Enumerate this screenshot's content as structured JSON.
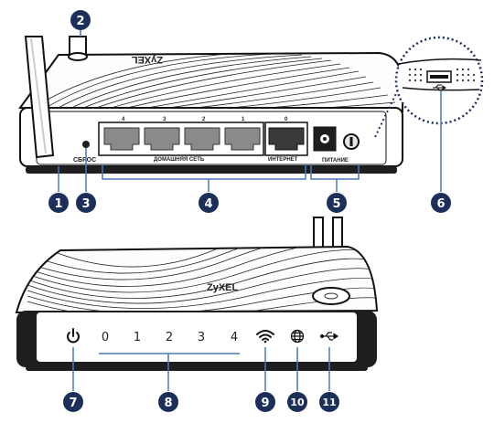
{
  "rear": {
    "brand": "ZyXEL",
    "reset_label": "СБРОС",
    "lan_port_numbers": [
      "4",
      "3",
      "2",
      "1"
    ],
    "lan_label": "ДОМАШНЯЯ СЕТЬ",
    "wan_port_number": "0",
    "wan_label": "ИНТЕРНЕТ",
    "power_label": "ПИТАНИЕ"
  },
  "front": {
    "brand": "ZyXEL",
    "lan_led_numbers": [
      "0",
      "1",
      "2",
      "3",
      "4"
    ]
  },
  "callouts": [
    "1",
    "2",
    "3",
    "4",
    "5",
    "6",
    "7",
    "8",
    "9",
    "10",
    "11"
  ],
  "icons": {
    "power": "power-icon",
    "wifi": "wifi-icon",
    "internet": "globe-icon",
    "usb": "usb-icon",
    "wps": "wps-icon"
  },
  "colors": {
    "callout_fill": "#1c2e5a",
    "bracket": "#4a78b8",
    "body": "#ffffff",
    "panel": "#1e1e1e",
    "port": "#8a8a8a"
  }
}
